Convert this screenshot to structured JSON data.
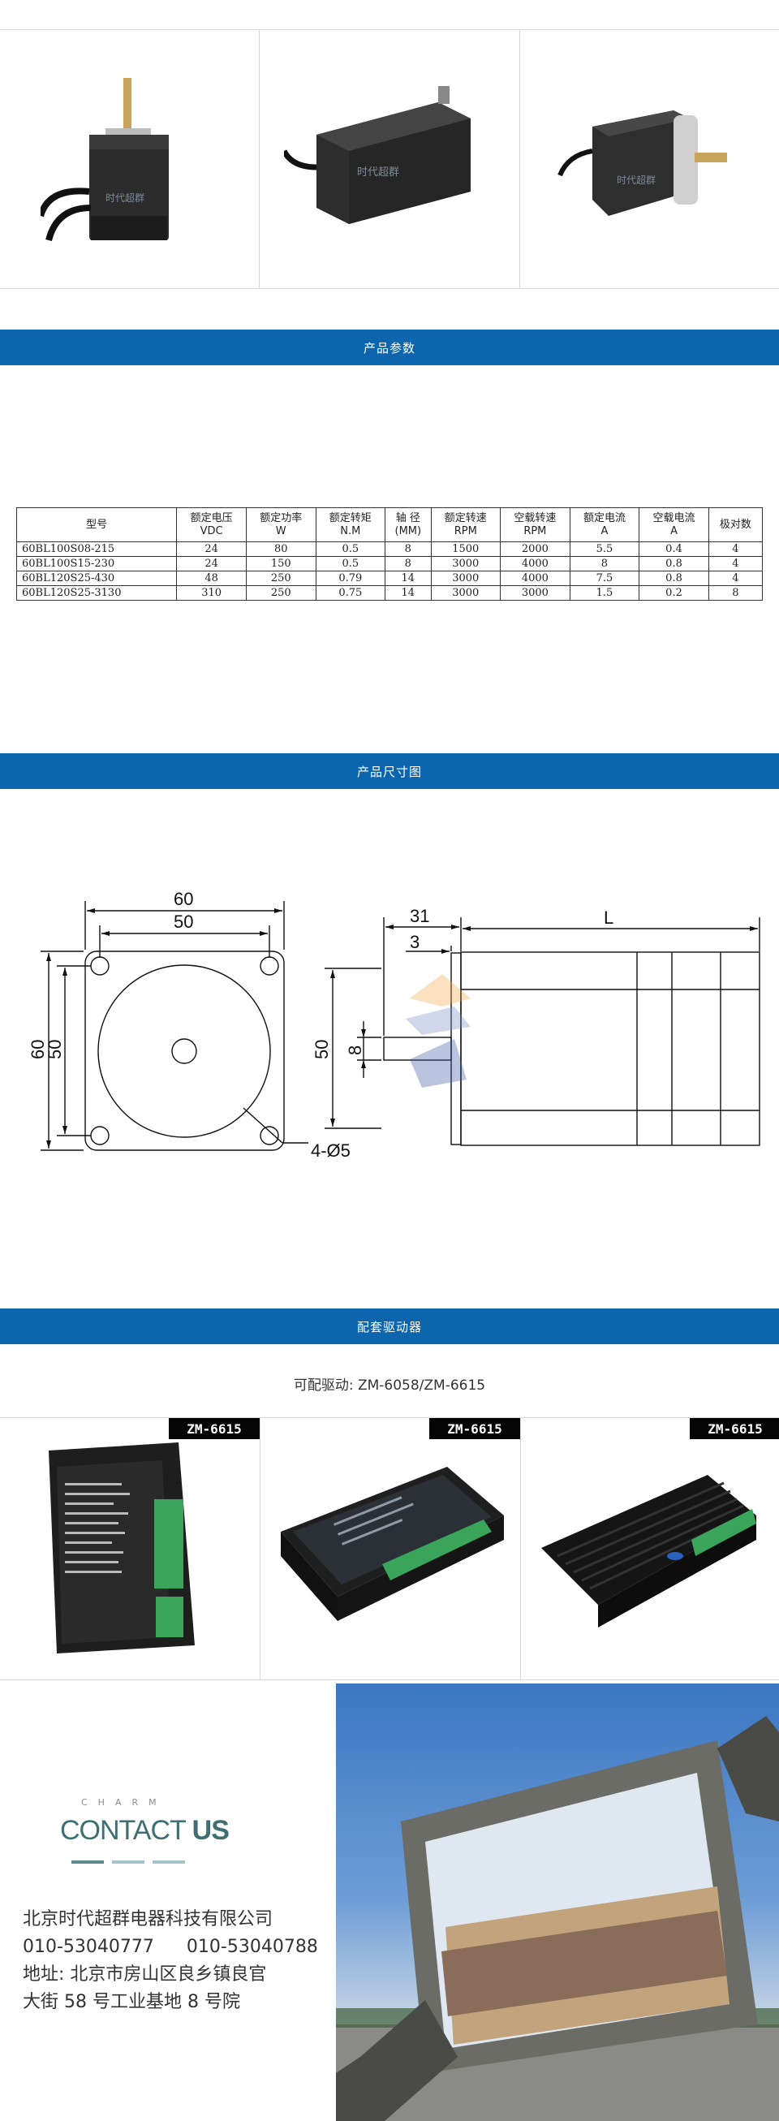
{
  "sections": {
    "params": "产品参数",
    "dimensions": "产品尺寸图",
    "drivers": "配套驱动器"
  },
  "product_photos": [
    {
      "icon": "motor-vertical-photo",
      "watermark": "时代超群"
    },
    {
      "icon": "motor-side-photo",
      "watermark": "时代超群"
    },
    {
      "icon": "motor-shaft-photo",
      "watermark": "时代超群"
    }
  ],
  "spec_table": {
    "headers": [
      [
        "型号",
        ""
      ],
      [
        "额定电压",
        "VDC"
      ],
      [
        "额定功率",
        "W"
      ],
      [
        "额定转矩",
        "N.M"
      ],
      [
        "轴 径",
        "(MM)"
      ],
      [
        "额定转速",
        "RPM"
      ],
      [
        "空载转速",
        "RPM"
      ],
      [
        "额定电流",
        "A"
      ],
      [
        "空载电流",
        "A"
      ],
      [
        "极对数",
        ""
      ]
    ],
    "rows": [
      [
        "60BL100S08-215",
        "24",
        "80",
        "0.5",
        "8",
        "1500",
        "2000",
        "5.5",
        "0.4",
        "4"
      ],
      [
        "60BL100S15-230",
        "24",
        "150",
        "0.5",
        "8",
        "3000",
        "4000",
        "8",
        "0.8",
        "4"
      ],
      [
        "60BL120S25-430",
        "48",
        "250",
        "0.79",
        "14",
        "3000",
        "4000",
        "7.5",
        "0.8",
        "4"
      ],
      [
        "60BL120S25-3130",
        "310",
        "250",
        "0.75",
        "14",
        "3000",
        "3000",
        "1.5",
        "0.2",
        "8"
      ]
    ]
  },
  "drawing": {
    "front_width_outer": "60",
    "front_width_inner": "50",
    "front_height_outer": "60",
    "front_height_inner": "50",
    "hole_label": "4-Ø5",
    "side_shaft_length": "31",
    "side_step": "3",
    "side_length": "L",
    "side_flange": "50",
    "side_shaft_dia": "8"
  },
  "drivers": {
    "caption": "可配驱动: ZM-6058/ZM-6615",
    "items": [
      {
        "model": "ZM-6615",
        "icon": "driver-front-photo"
      },
      {
        "model": "ZM-6615",
        "icon": "driver-top-photo"
      },
      {
        "model": "ZM-6615",
        "icon": "driver-heatsink-photo"
      }
    ]
  },
  "contact": {
    "charm": "CHARM",
    "title_light": "CONTACT ",
    "title_bold": "US",
    "company": "北京时代超群电器科技有限公司",
    "phone1": "010-53040777",
    "phone2": "010-53040788",
    "address1": "地址: 北京市房山区良乡镇良官",
    "address2": "大街 58 号工业基地 8 号院",
    "photo_icon": "picture-frame-photo"
  },
  "colors": {
    "section_bar": "#0c65ad",
    "motor_body": "#2b2b2b",
    "driver_green": "#3aa55a"
  }
}
